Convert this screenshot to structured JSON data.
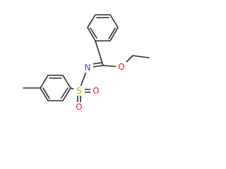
{
  "atoms": {
    "N": {
      "symbol": "N",
      "color": "#3050F8"
    },
    "O1": {
      "symbol": "O",
      "color": "#FF0D0D"
    },
    "S": {
      "symbol": "S",
      "color": "#C8B400"
    },
    "O2": {
      "symbol": "O",
      "color": "#FF0D0D"
    },
    "O3": {
      "symbol": "O",
      "color": "#FF0D0D"
    }
  },
  "colors": {
    "bond": "#2b2b2b",
    "background": "#ffffff"
  }
}
